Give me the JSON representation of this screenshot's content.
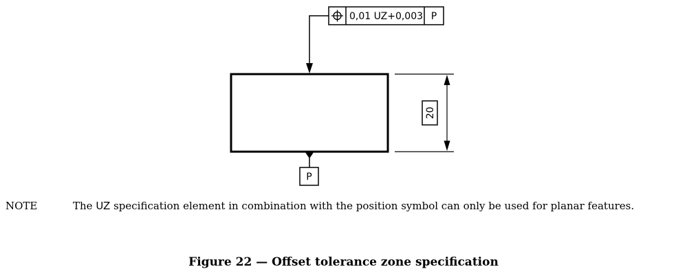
{
  "drawing": {
    "tolerance_frame": {
      "symbol": "position-symbol",
      "value": "0,01 UZ+0,003",
      "datum": "P"
    },
    "datum_feature_label": "P",
    "dimension_value": "20"
  },
  "note": {
    "label": "NOTE",
    "text_before": "The ",
    "uz": "UZ",
    "text_after": " specification element in combination with the position symbol can only be used for planar features."
  },
  "caption": "Figure 22 — Offset tolerance zone specification"
}
